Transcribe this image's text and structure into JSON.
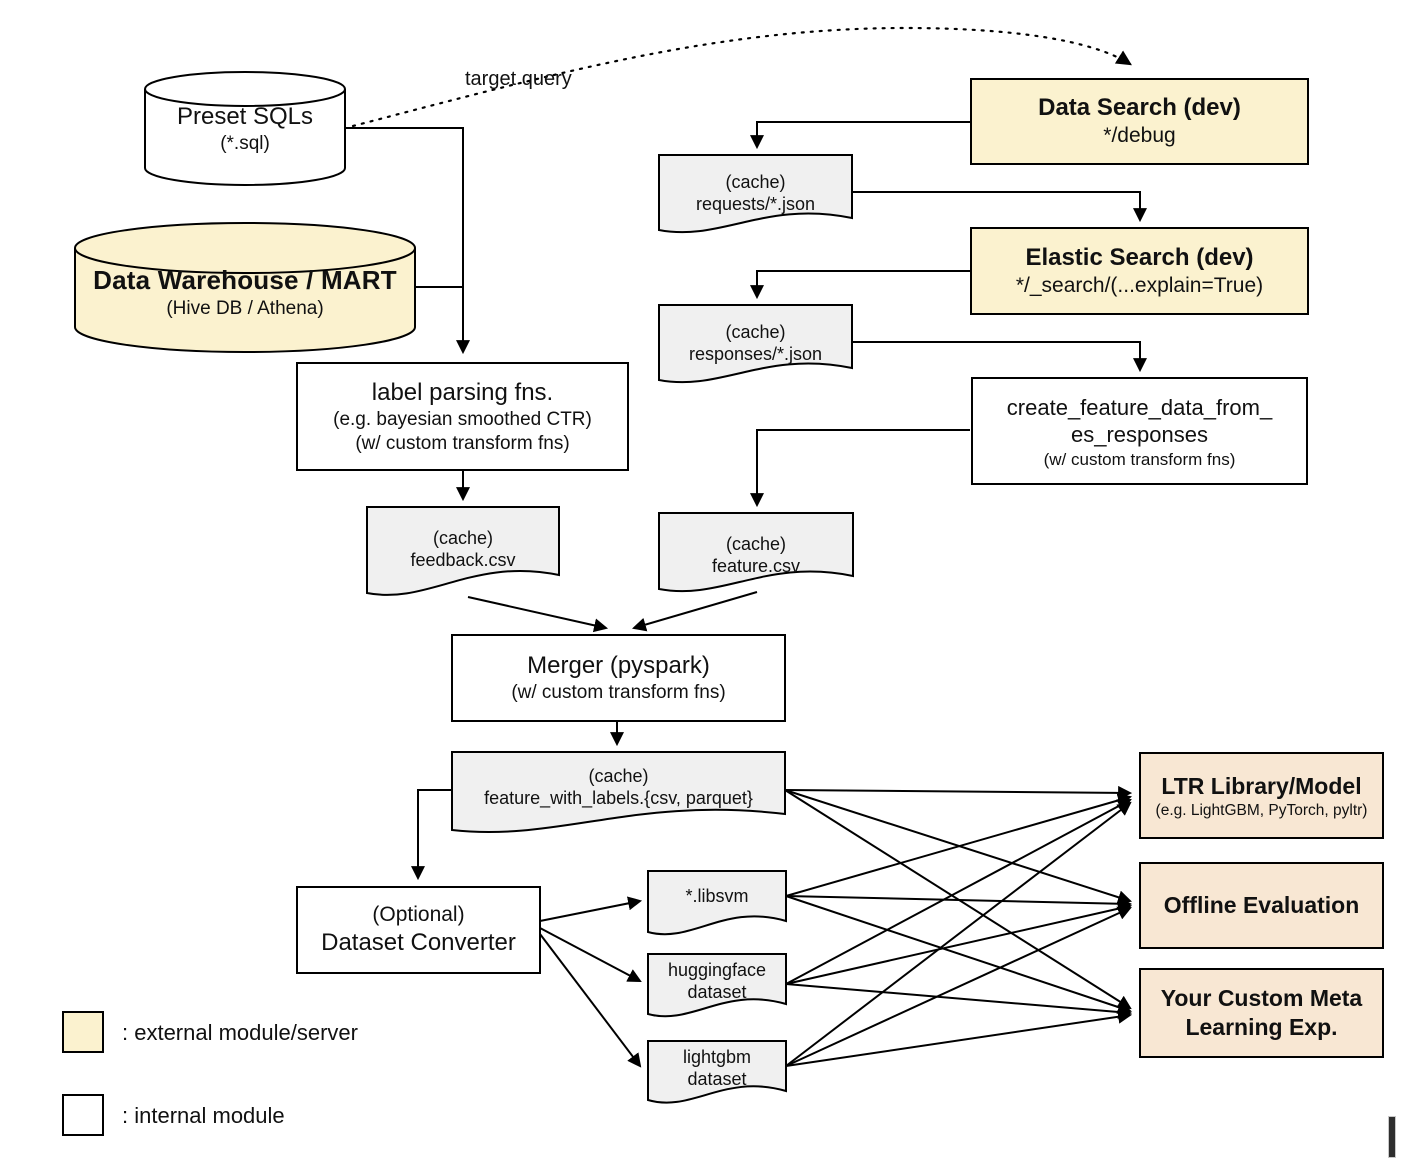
{
  "colors": {
    "external": "#FBF2CF",
    "downstream": "#F8E7D3",
    "cache": "#F0F0F0",
    "internal": "#FFFFFF",
    "stroke": "#000000"
  },
  "annotations": {
    "target_query": "target query"
  },
  "legend": {
    "external_label": ": external module/server",
    "internal_label": ": internal module"
  },
  "nodes": {
    "preset_sqls": {
      "title": "Preset SQLs",
      "subtitle": "(*.sql)"
    },
    "data_warehouse": {
      "title": "Data Warehouse / MART",
      "subtitle": "(Hive DB / Athena)"
    },
    "label_parsing": {
      "title": "label parsing fns.",
      "note1": "(e.g. bayesian smoothed CTR)",
      "note2": "(w/ custom transform fns)"
    },
    "feedback_csv": {
      "tag": "(cache)",
      "file": "feedback.csv"
    },
    "data_search": {
      "title": "Data Search (dev)",
      "subtitle": "*/debug"
    },
    "requests_json": {
      "tag": "(cache)",
      "file": "requests/*.json"
    },
    "elastic_search": {
      "title": "Elastic Search (dev)",
      "subtitle": "*/_search/(...explain=True)"
    },
    "responses_json": {
      "tag": "(cache)",
      "file": "responses/*.json"
    },
    "create_feature": {
      "title_line1": "create_feature_data_from_",
      "title_line2": "es_responses",
      "note": "(w/ custom transform fns)"
    },
    "feature_csv": {
      "tag": "(cache)",
      "file": "feature.csv"
    },
    "merger": {
      "title": "Merger (pyspark)",
      "note": "(w/ custom transform fns)"
    },
    "feature_with_labels": {
      "tag": "(cache)",
      "file": "feature_with_labels.{csv, parquet}"
    },
    "dataset_converter": {
      "note": "(Optional)",
      "title": "Dataset Converter"
    },
    "libsvm": {
      "file": "*.libsvm"
    },
    "huggingface_dataset": {
      "line1": "huggingface",
      "line2": "dataset"
    },
    "lightgbm_dataset": {
      "line1": "lightgbm",
      "line2": "dataset"
    },
    "ltr_library": {
      "title": "LTR Library/Model",
      "subtitle": "(e.g. LightGBM, PyTorch, pyltr)"
    },
    "offline_evaluation": {
      "title": "Offline Evaluation"
    },
    "custom_meta": {
      "line1": "Your Custom Meta",
      "line2": "Learning Exp."
    }
  }
}
